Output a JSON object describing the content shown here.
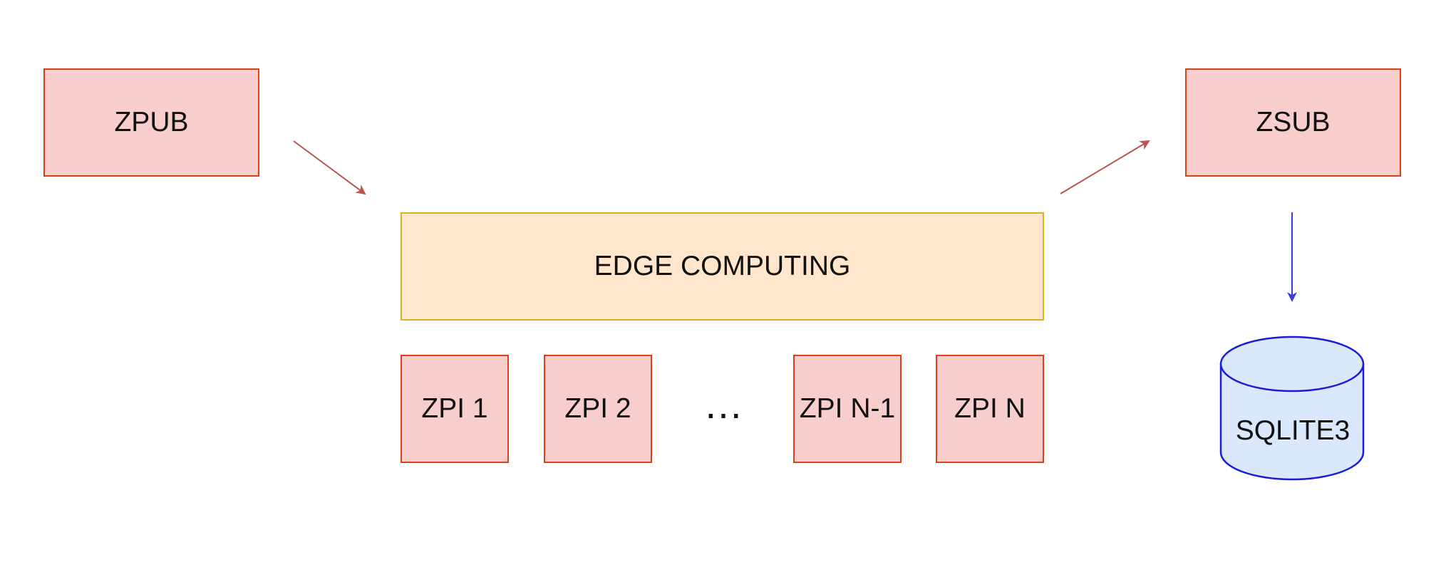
{
  "diagram": {
    "nodes": {
      "zpub": "ZPUB",
      "zsub": "ZSUB",
      "edge": "EDGE COMPUTING",
      "zpi1": "ZPI 1",
      "zpi2": "ZPI 2",
      "ellipsis": "…",
      "zpin1": "ZPI N-1",
      "zpin": "ZPI N",
      "sqlite": "SQLITE3"
    },
    "colors": {
      "red_fill": "#f8cecc",
      "red_stroke": "#d84315",
      "orange_fill": "#ffe6cc",
      "orange_stroke": "#d6b324",
      "db_fill": "#dae8fc",
      "db_stroke": "#1a1adb",
      "arrow_red": "#b85450",
      "arrow_blue": "#3b3bd6"
    }
  }
}
